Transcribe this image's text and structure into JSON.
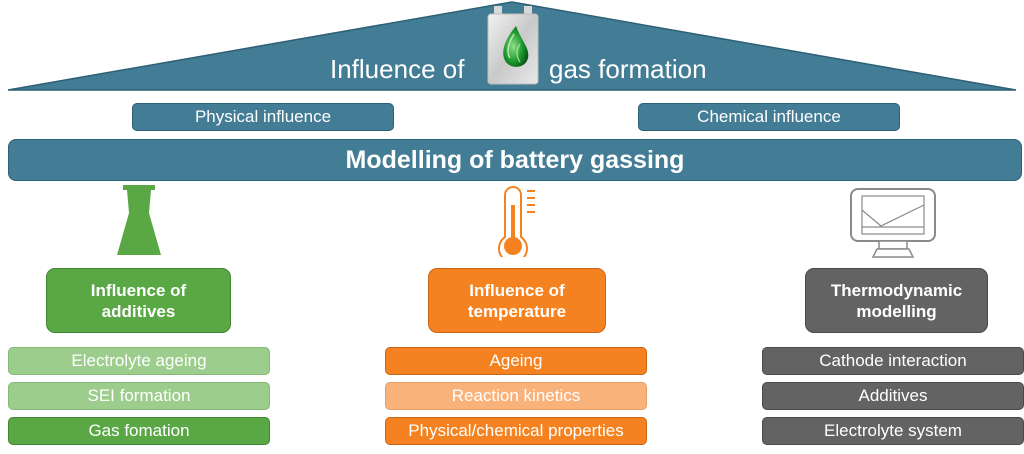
{
  "roof": {
    "title_before": "Influence of",
    "title_after": "gas formation",
    "icon": "battery-gas-drop-icon"
  },
  "influences": {
    "physical": "Physical influence",
    "chemical": "Chemical influence"
  },
  "main_bar": {
    "label": "Modelling of battery gassing"
  },
  "pillars": [
    {
      "icon": "flask-icon",
      "title_line1": "Influence of",
      "title_line2": "additives",
      "color": "#5aa845",
      "items": [
        {
          "label": "Electrolyte ageing",
          "color": "#9ccd8c"
        },
        {
          "label": "SEI formation",
          "color": "#9ccd8c"
        },
        {
          "label": "Gas fomation",
          "color": "#5aa845"
        }
      ]
    },
    {
      "icon": "thermometer-icon",
      "title_line1": "Influence of",
      "title_line2": "temperature",
      "color": "#f58220",
      "items": [
        {
          "label": "Ageing",
          "color": "#f58220"
        },
        {
          "label": "Reaction kinetics",
          "color": "#f9b27a"
        },
        {
          "label": "Physical/chemical properties",
          "color": "#f58220"
        }
      ]
    },
    {
      "icon": "computer-monitor-icon",
      "title_line1": "Thermodynamic",
      "title_line2": "modelling",
      "color": "#636363",
      "items": [
        {
          "label": "Cathode interaction",
          "color": "#636363"
        },
        {
          "label": "Additives",
          "color": "#636363"
        },
        {
          "label": "Electrolyte system",
          "color": "#636363"
        }
      ]
    }
  ],
  "colors": {
    "primary_blue": "#427c95",
    "green": "#5aa845",
    "orange": "#f58220",
    "gray": "#636363"
  }
}
